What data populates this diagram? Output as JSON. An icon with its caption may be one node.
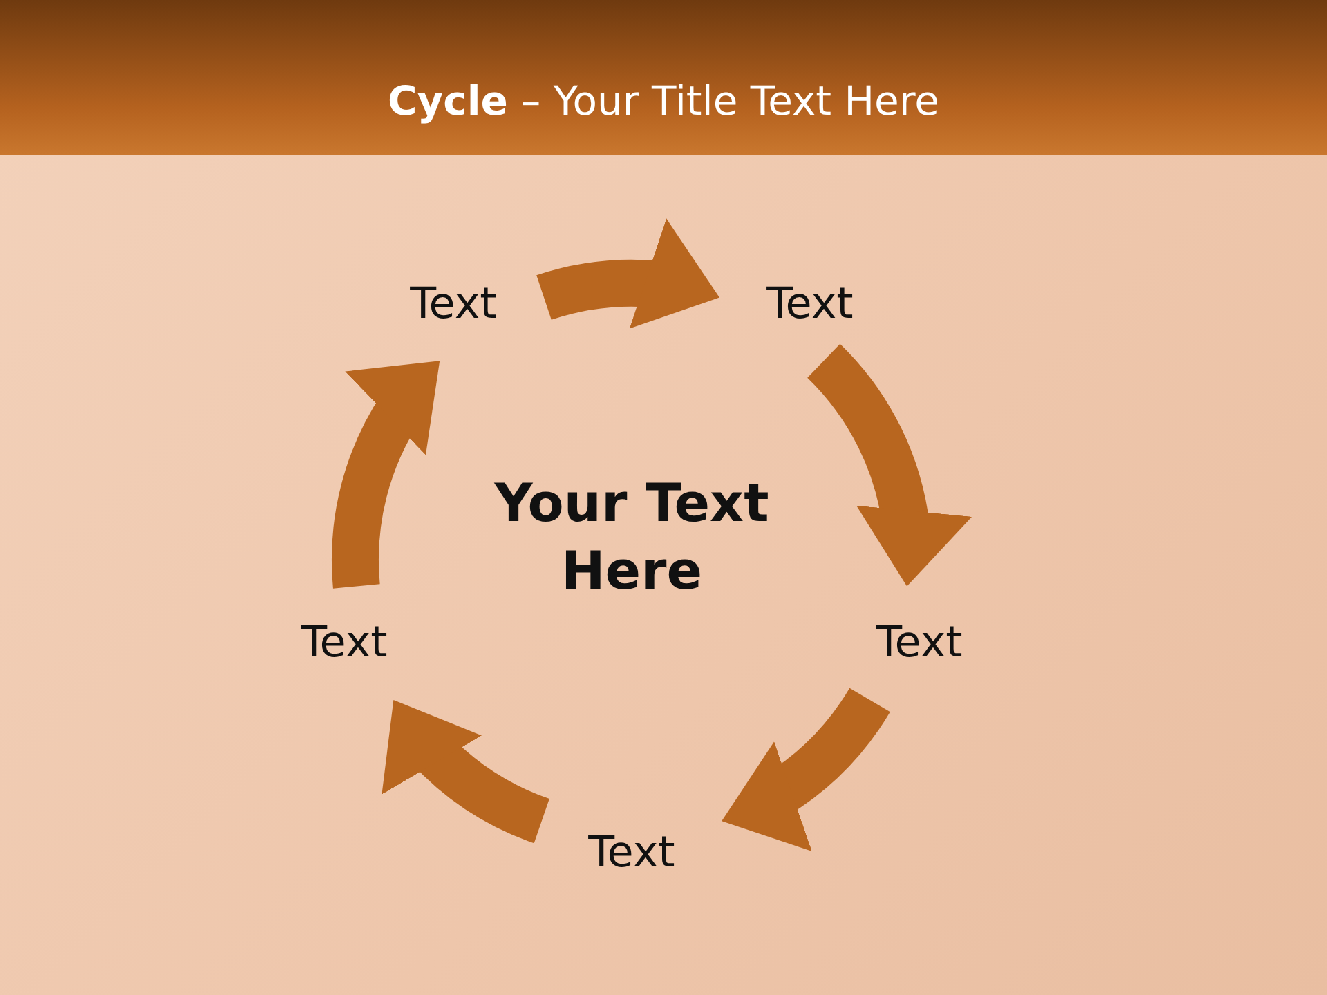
{
  "diagram": {
    "title": "**Cycle** – Your Title Text Here",
    "nodes": [
      {
        "text": [
          "Text"
        ]
      },
      {
        "text": [
          "Text"
        ]
      },
      {
        "text": [
          "Text"
        ]
      },
      {
        "text": [
          "Text"
        ]
      },
      {
        "text": [
          "Text"
        ]
      }
    ],
    "edges": [
      {
        "from": 0,
        "to": 1,
        "arrow": "to"
      },
      {
        "from": 1,
        "to": 2,
        "arrow": "to"
      },
      {
        "from": 2,
        "to": 3,
        "arrow": "to"
      },
      {
        "from": 3,
        "to": 4,
        "arrow": "to"
      },
      {
        "from": 4,
        "to": 0,
        "arrow": "to"
      }
    ],
    "labels": [
      "Your Text Here"
    ]
  }
}
